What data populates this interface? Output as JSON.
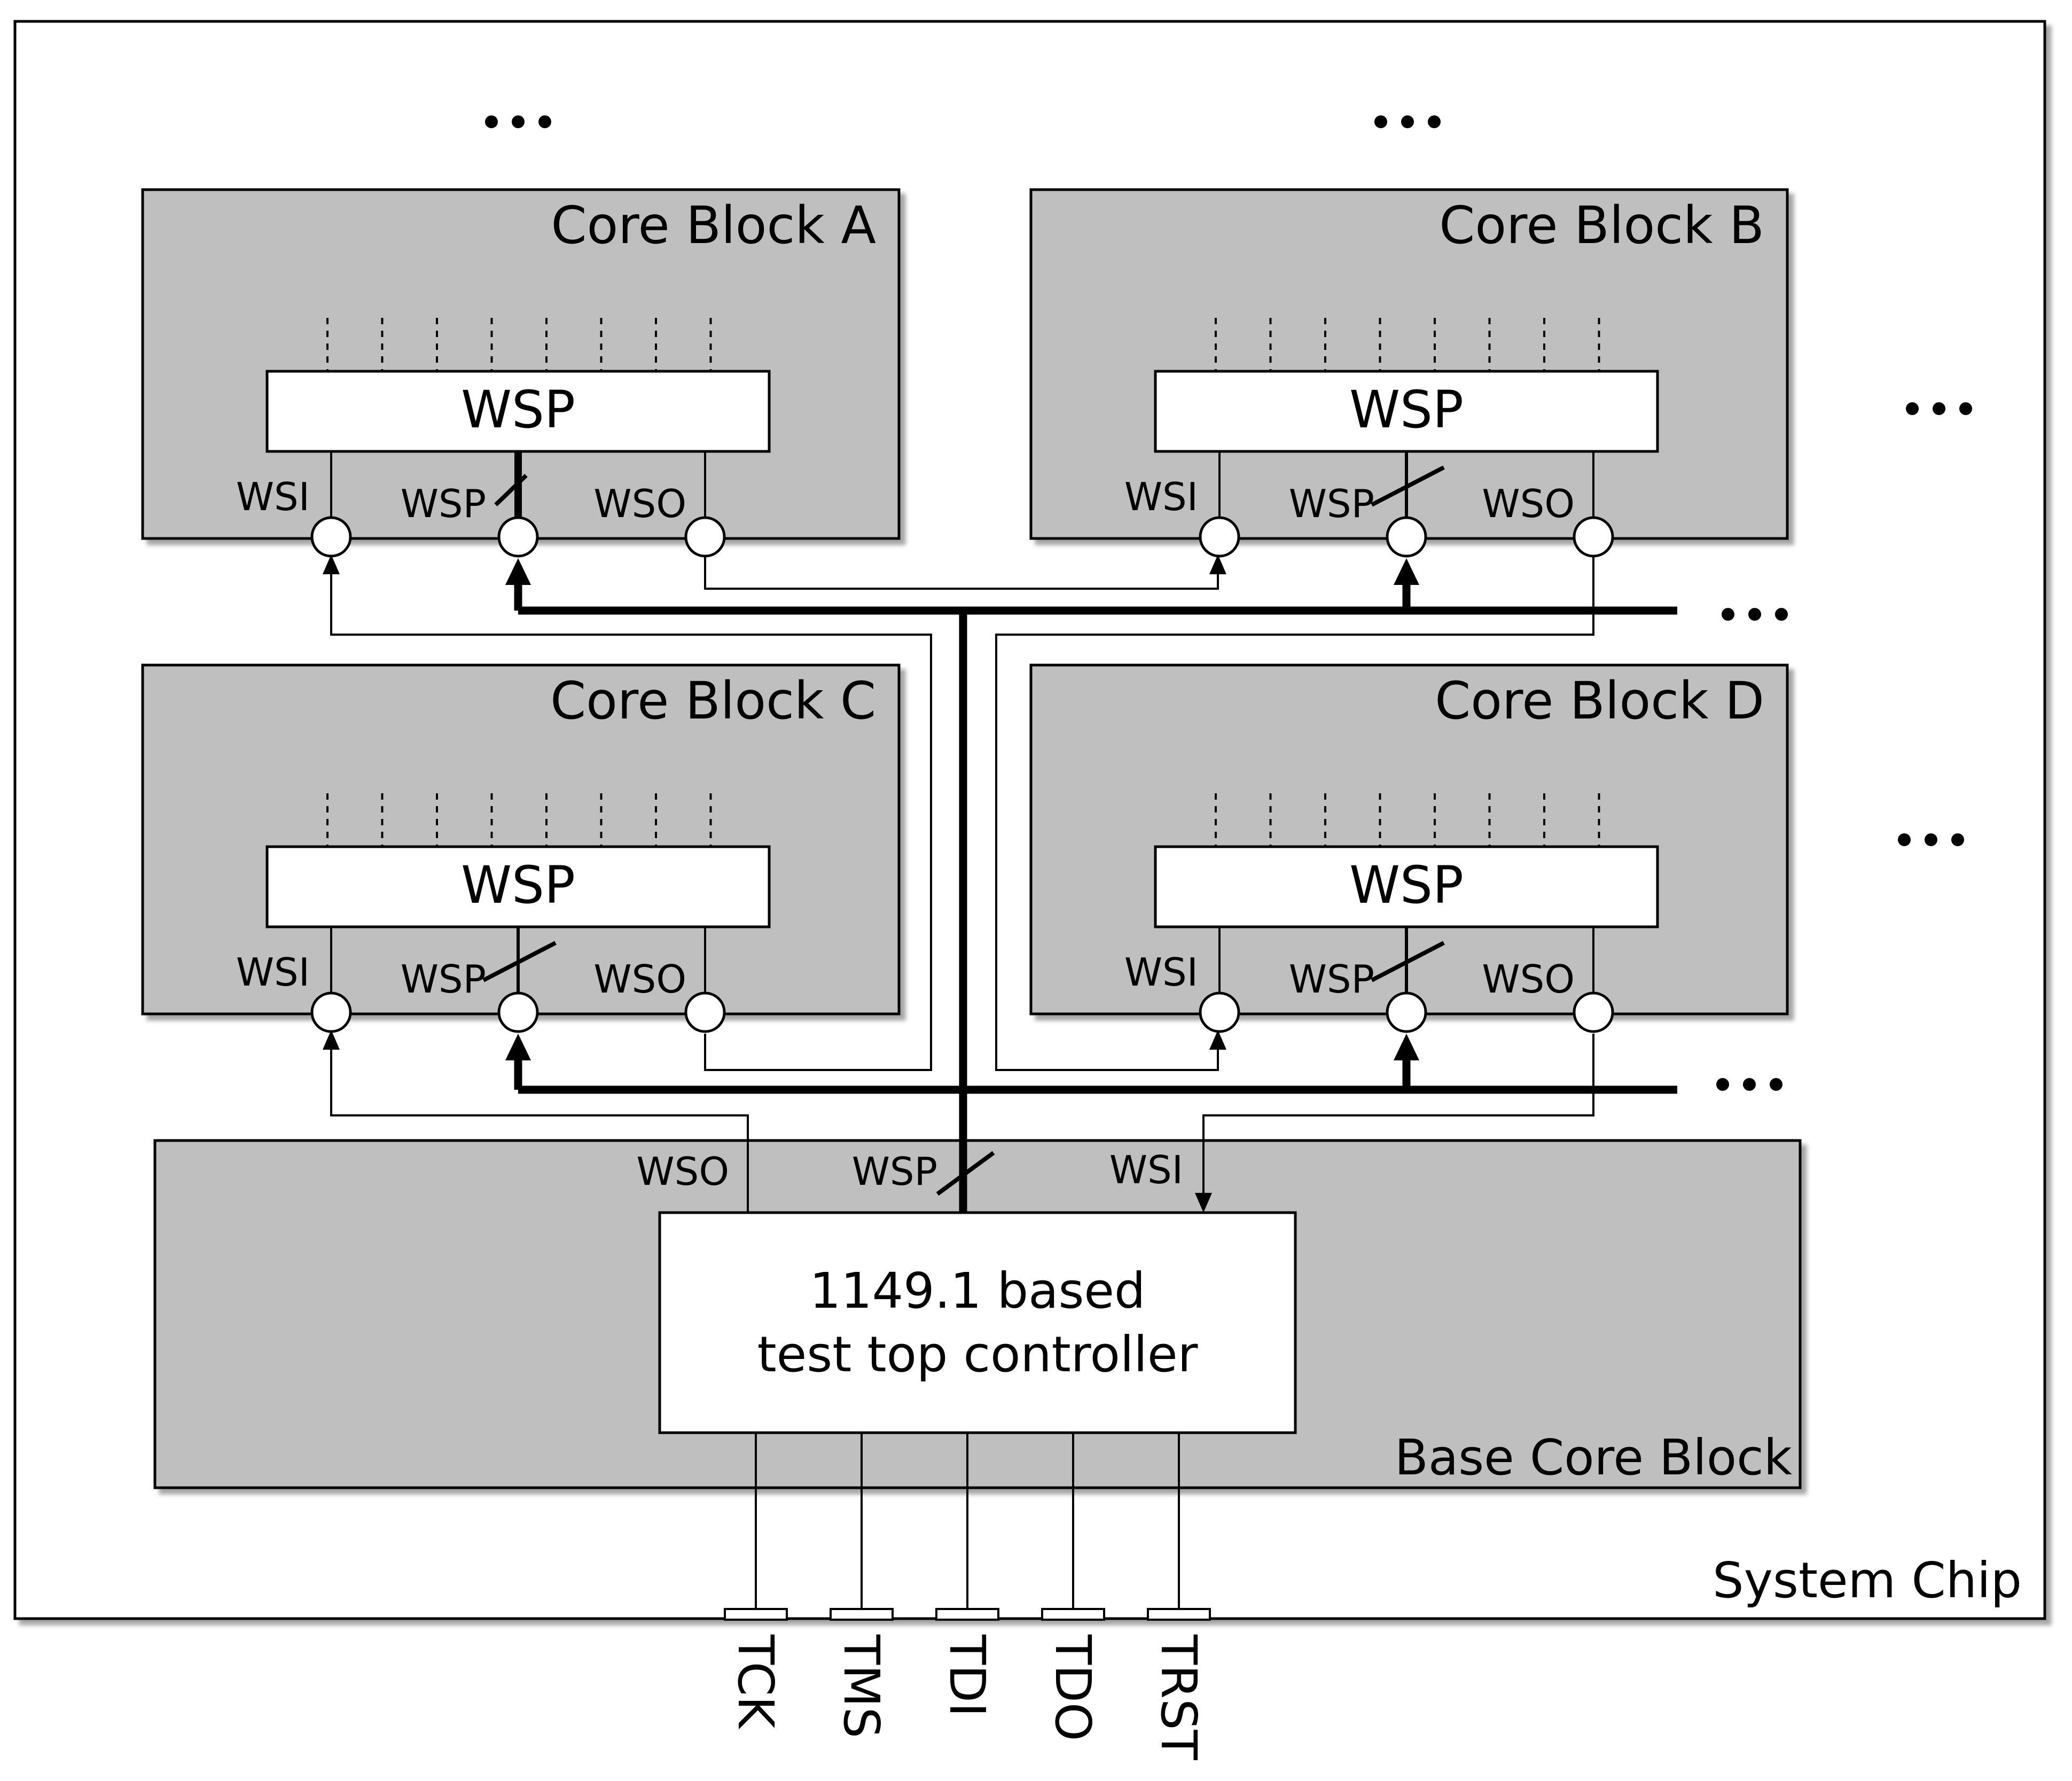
{
  "system_chip": {
    "label": "System Chip"
  },
  "ellipsis": "•••",
  "core_blocks": [
    {
      "id": "a",
      "title": "Core Block A",
      "wsp_label": "WSP",
      "wsi": "WSI",
      "wsp": "WSP",
      "wso": "WSO"
    },
    {
      "id": "b",
      "title": "Core Block B",
      "wsp_label": "WSP",
      "wsi": "WSI",
      "wsp": "WSP",
      "wso": "WSO"
    },
    {
      "id": "c",
      "title": "Core Block C",
      "wsp_label": "WSP",
      "wsi": "WSI",
      "wsp": "WSP",
      "wso": "WSO"
    },
    {
      "id": "d",
      "title": "Core Block D",
      "wsp_label": "WSP",
      "wsi": "WSI",
      "wsp": "WSP",
      "wso": "WSO"
    }
  ],
  "base_block": {
    "title": "Base Core Block",
    "wso": "WSO",
    "wsp": "WSP",
    "wsi": "WSI",
    "controller": {
      "line1": "1149.1 based",
      "line2": "test top controller"
    }
  },
  "pins": [
    "TCK",
    "TMS",
    "TDI",
    "TDO",
    "TRST"
  ]
}
